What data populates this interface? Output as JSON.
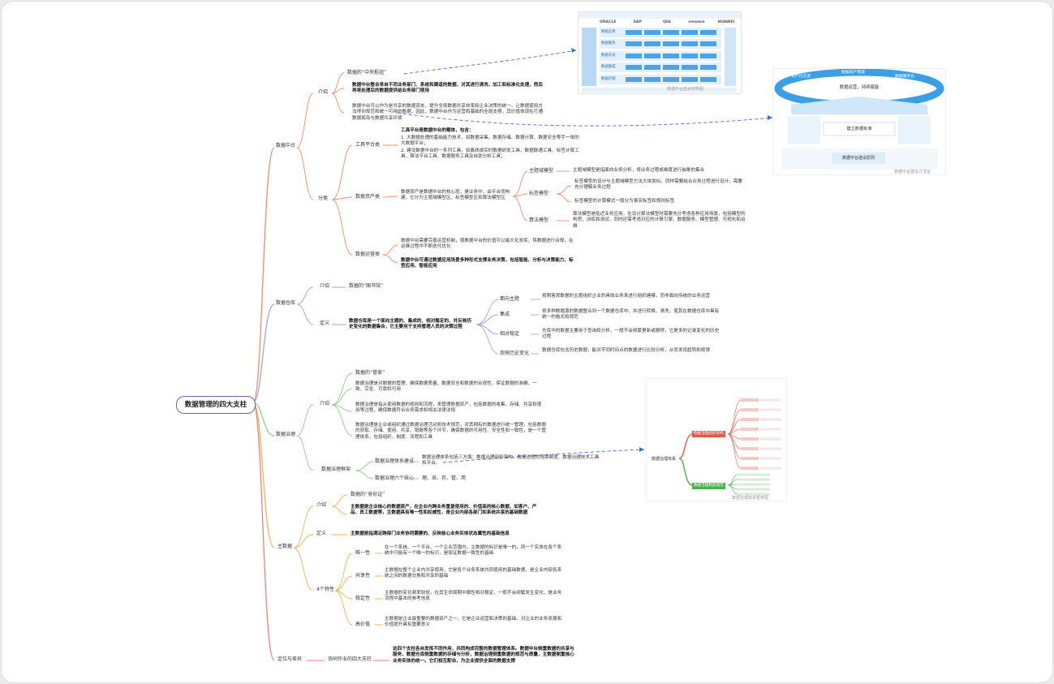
{
  "root": "数据管理的四大支柱",
  "branches": {
    "datamiddle": {
      "label": "数据中台",
      "intro": {
        "label": "介绍",
        "nickname": "数据的“中央枢纽”",
        "p1": "数据中台整合来自不同业务部门、系统和渠道的数据，对其进行清洗、加工和标准化处理，然后再将处理后的数据提供给业务部门使用",
        "p2": "数据中台可以作为是共享的数据资本，提升全局数据共享效率和企业决策的统一。让数据使用方法得到规范和统一可用的数据，因此，数据中台作为运营和基础的全局支撑，其价值体现在打通数据孤岛与数据共享环境"
      },
      "category": {
        "label": "分类",
        "tool": {
          "label": "工具平台类",
          "head": "工具平台是数据中台的载体，包含：",
          "l1": "1. 大数据处理的基础能力技术，如数据采集、数据存储、数据计算、数据安全等手一体的大数据平台；",
          "l2": "2. 建设数据中台的一系列工具，如离线或实时数据研发工具、数据联通工具、标签计算工具、算法平台工具、数据服务工具及自助分析工具；"
        },
        "asset": {
          "label": "数据资产类",
          "desc": "数据资产是数据中台的核心层，是业务中，由平台而构建，它分为主题域模型区、标签模型区和算法模型区",
          "subject": {
            "label": "主题域模型",
            "text": "主题域模型是指面向业务分析，将业务过程或维度进行抽象的集合"
          },
          "tag": {
            "label": "标签模型",
            "t1": "标签模型的设计与主题域模型方法大体类似，同样需要结合业务过程进行设计，需要充分理解业务过程",
            "t2": "标签模型的计算模式一般分为事实标签和规则标签"
          },
          "algo": {
            "label": "算法模型",
            "text": "算法模型是贴近业务应用，在设计算法模型时需要充分考虑各种应用场景，包括模型的构思、训练和测试，同时还需考虑对应的计算引擎、数据服务、模型管理、可视化和运维"
          }
        },
        "op": {
          "label": "数据运营类",
          "t1": "数据中台需要完善运营机制，使数据中台的价值可以最大化发挥，将数据进行合规，在运维过程中不断迭代优化",
          "t2": "数据中台可通过数据应用场景多种形式支撑业务决策，包括智能、分析与决策能力、标签应用、智能应用"
        }
      }
    },
    "warehouse": {
      "label": "数据仓库",
      "intro": {
        "label": "介绍",
        "nickname": "数据的“图书馆”"
      },
      "def": {
        "label": "定义",
        "text": "数据仓库是一个面向主题的、集成的、相对稳定的、并反映历史变化的数据集合，它主要用于支持管理人员的决策过程",
        "feat": [
          {
            "label": "面向主题",
            "text": "按照客观数据的主题组织企业的具体业务来进行组织建模，而非面向传统的业务运营"
          },
          {
            "label": "集成",
            "text": "将多种数据源的数据整合到一个数据仓库中，并进行转换、清洗，使其在数据仓库中具有统一的格式和规范"
          },
          {
            "label": "相对稳定",
            "text": "仓库中的数据主要用于查询和分析，一般不会频繁更新或删除，它更多的记录变化的历史过程"
          },
          {
            "label": "反映历史变化",
            "text": "数据仓库包含历史数据，能对不同时间点的数据进行比较分析，从而发现趋势和规律"
          }
        ]
      }
    },
    "governance": {
      "label": "数据治理",
      "intro": {
        "label": "介绍",
        "nickname": "数据的“管家”",
        "p1": "数据治理是对数据的管理，确保数据质量、数据安全和数据的合规性，保证数据的准确、一致、完全、可靠和可用",
        "p2": "数据治理是指从使用数据的规则和流程，来管理数据资产，包括数据的收集、存储、共享和使用等过程，确保数据符合业务需求和相关法律法规",
        "p3": "数据治理是企业或组织通过数据治理活动和技术规范，对其拥有的数据进行统一管理，包括数据的获取、存储、使用、共享、销毁等各个环节，确保数据的可用性、安全性和一致性，是一个管理体系，包括组织、制度、流程和工具"
      },
      "fw": {
        "label": "数据治理框架",
        "system": {
          "label": "数据治理体系建设",
          "text": "数据治理体系包括三方面：数据治理组织架构、数据治理的规章制度、数据治理技术工具和平台。"
        },
        "six": {
          "label": "数据治理六个核心",
          "text": "理、采、存、管、用"
        }
      }
    },
    "master": {
      "label": "主数据",
      "intro": {
        "label": "介绍",
        "nickname": "数据的“身份证”",
        "text": "主数据是企业核心的数据资产，在企业内跨业务重复使用的、价值高的核心数据，如客户、产品、员工数据等，主数据具有唯一性和权威性，是企业内部各部门和系统共享的基础数据"
      },
      "def": {
        "label": "定义",
        "text": "主数据是指满足跨部门业务协同需要的、反映核心业务实体状态属性的基础信息"
      },
      "feat": {
        "label": "4个特性",
        "items": [
          {
            "label": "唯一性",
            "text": "在一个系统、一个平台、一个企业范围内，主数据的标识是唯一的，同一个实体在各个系统中只能有一个唯一的标识，是保证数据一致性的基础"
          },
          {
            "label": "共享性",
            "text": "主数据在整个企业内共享使用，它是各个业务系统共同使用的基础数据，是企业内部各系统之间的数据交换和共享的基础"
          },
          {
            "label": "稳定性",
            "text": "主数据的变化频率较低，在其生命周期中属性相对稳定，一般不会频繁发生变化，是业务流程中基本的参考信息"
          },
          {
            "label": "高价值",
            "text": "主数据是企业最重要的数据资产之一，它是企业运营和决策的基础，对企业的业务发展和价值提升具有重要意义"
          }
        ]
      }
    },
    "relation": {
      "label": "定位与差异",
      "sub": "协同作业的四大支柱",
      "text": "这四个支柱各自发挥不同作用，共同构成完整的数据管理体系。数据中台侧重数据的共享与服务，数据仓库侧重数据的存储与分析，数据治理侧重数据的规范与质量，主数据侧重核心业务实体的统一。它们相互配合，为企业提供全面的数据支撑"
    }
  },
  "thumbs": {
    "arch": {
      "vendors": [
        "ORACLE",
        "SAP",
        "Qlik",
        "vmware",
        "HUAWEI"
      ],
      "layers": [
        "数据应用",
        "数据服务",
        "数据开发",
        "数据集成",
        "数据存储"
      ],
      "caption": "数据中台技术架构图"
    },
    "ring": {
      "center": "数据运营，持续赋能",
      "top": [
        "资产化沉淀",
        "数据资产管理",
        "数据服务化"
      ],
      "bottom": "数据中台建设原则",
      "mid": "建立数据标准",
      "caption": "数据中台建设方法论"
    },
    "mind": {
      "title": "数据治理体系",
      "a": "数据治理组织架构",
      "b": "数据治理制度规范",
      "caption": "数据治理体系框架图"
    }
  },
  "colors": {
    "datamiddle": "#ef8c6a",
    "warehouse": "#9aa8d8",
    "governance": "#8fcf8a",
    "master": "#f3b24e",
    "relation": "#e9827f",
    "sub1": "#c8a6e0",
    "sub2": "#f2a0b8",
    "dash": "#3c6ee0"
  }
}
